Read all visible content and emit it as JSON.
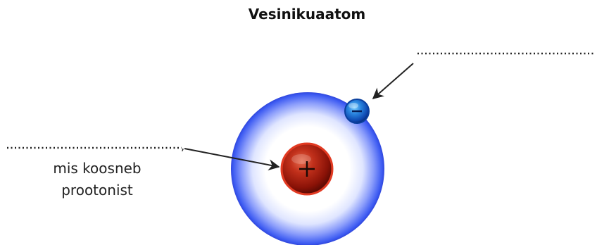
{
  "diagram": {
    "title": "Vesinikuaatom",
    "nucleus_label": {
      "line1": "mis koosneb",
      "line2": "prootonist"
    },
    "nucleus_symbol": "+",
    "electron_symbol": "−"
  },
  "colors": {
    "nucleus": "#b01a0c",
    "electron": "#1560c8",
    "electron_cloud": "#3d5bf2",
    "leader_line": "#222222"
  }
}
